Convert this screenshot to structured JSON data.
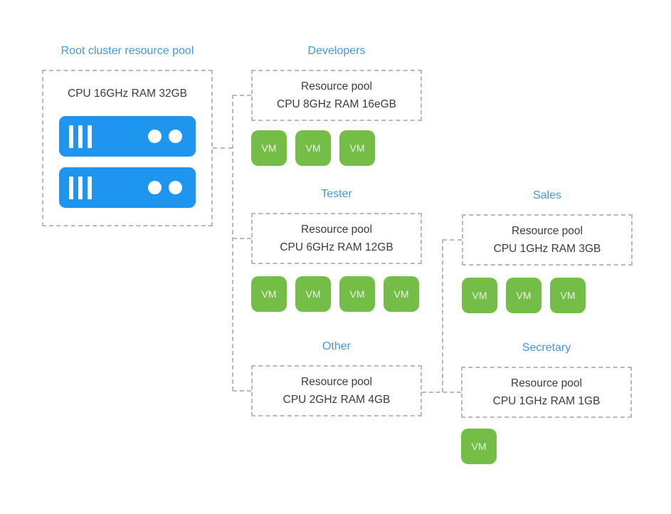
{
  "colors": {
    "server_blue": "#1E96F0",
    "label_blue": "#4299DB",
    "vm_green": "#74BE48",
    "vm_text": "#E8F5E0",
    "box_border": "#B9B9B9",
    "text_dark": "#3B3B3B",
    "background": "#FFFFFF"
  },
  "diagram": {
    "vm_label": "VM",
    "root": {
      "title": "Root cluster resource pool",
      "spec": "CPU 16GHz RAM 32GB",
      "server_count": 2
    },
    "pools": [
      {
        "title": "Developers",
        "line1": "Resource pool",
        "line2": "CPU 8GHz RAM 16eGB",
        "vm_count": 3
      },
      {
        "title": "Tester",
        "line1": "Resource pool",
        "line2": "CPU 6GHz RAM 12GB",
        "vm_count": 4
      },
      {
        "title": "Sales",
        "line1": "Resource pool",
        "line2": "CPU 1GHz RAM 3GB",
        "vm_count": 3
      },
      {
        "title": "Other",
        "line1": "Resource pool",
        "line2": "CPU 2GHz RAM 4GB",
        "vm_count": 0
      },
      {
        "title": "Secretary",
        "line1": "Resource pool",
        "line2": "CPU 1GHz RAM 1GB",
        "vm_count": 1
      }
    ]
  }
}
